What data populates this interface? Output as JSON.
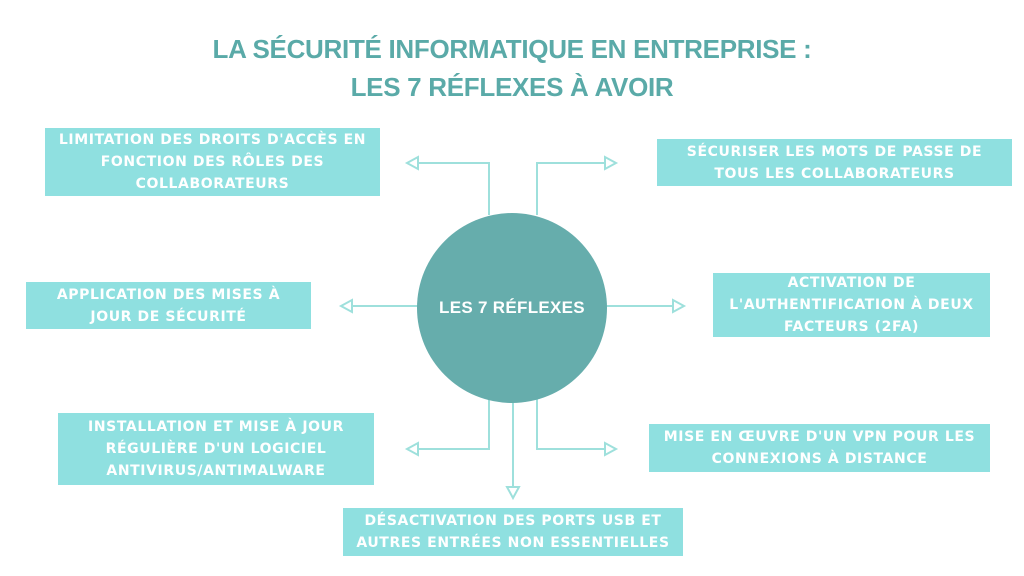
{
  "title": {
    "line1": "LA SÉCURITÉ INFORMATIQUE EN ENTREPRISE :",
    "line2": "LES 7 RÉFLEXES À AVOIR"
  },
  "center": {
    "label": "LES 7 RÉFLEXES"
  },
  "colors": {
    "title": "#5aaaa8",
    "circle": "#66adac",
    "box": "#8fe0e0",
    "connector": "#9ee0dc",
    "box_text": "#ffffff"
  },
  "reflexes": [
    {
      "lines": [
        "LIMITATION DES DROITS D'ACCÈS EN",
        "FONCTION DES RÔLES DES",
        "COLLABORATEURS"
      ]
    },
    {
      "lines": [
        "SÉCURISER LES MOTS DE PASSE DE",
        "TOUS LES COLLABORATEURS"
      ]
    },
    {
      "lines": [
        "APPLICATION DES MISES À",
        "JOUR DE SÉCURITÉ"
      ]
    },
    {
      "lines": [
        "ACTIVATION DE",
        "L'AUTHENTIFICATION À DEUX",
        "FACTEURS (2FA)"
      ]
    },
    {
      "lines": [
        "INSTALLATION ET MISE À JOUR",
        "RÉGULIÈRE D'UN LOGICIEL",
        "ANTIVIRUS/ANTIMALWARE"
      ]
    },
    {
      "lines": [
        "MISE EN ŒUVRE D'UN VPN POUR LES",
        "CONNEXIONS À DISTANCE"
      ]
    },
    {
      "lines": [
        "DÉSACTIVATION DES PORTS USB ET",
        "AUTRES ENTRÉES NON ESSENTIELLES"
      ]
    }
  ]
}
